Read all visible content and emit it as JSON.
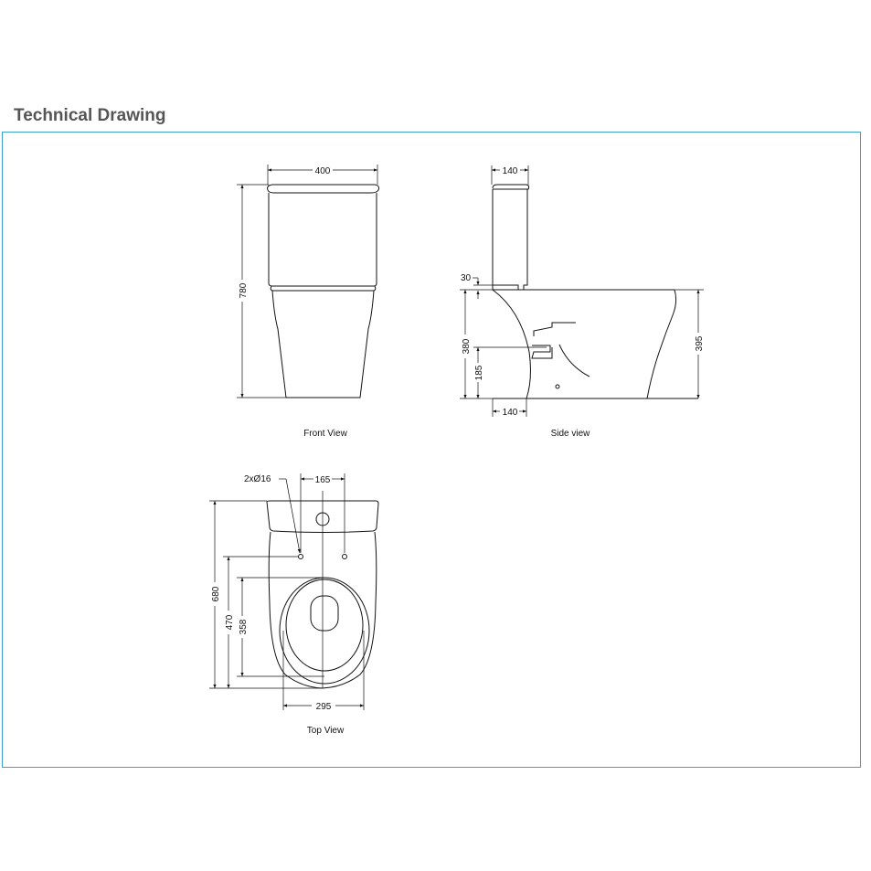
{
  "page": {
    "title": "Technical Drawing"
  },
  "colors": {
    "frame_border": "#3aa3c9",
    "heading": "#555555",
    "line": "#111111"
  },
  "front_view": {
    "caption": "Front View",
    "dims": {
      "width": "400",
      "height": "780"
    }
  },
  "side_view": {
    "caption": "Side view",
    "dims": {
      "top_depth": "140",
      "lid_offset": "30",
      "pan_height": "395",
      "inlet_height": "380",
      "outlet_height": "185",
      "outlet_offset": "140"
    }
  },
  "top_view": {
    "caption": "Top View",
    "dims": {
      "fixing_holes": "2xØ16",
      "fixing_spacing": "165",
      "overall_depth": "680",
      "fixing_depth": "470",
      "seat_depth": "358",
      "bowl_width": "295"
    }
  }
}
